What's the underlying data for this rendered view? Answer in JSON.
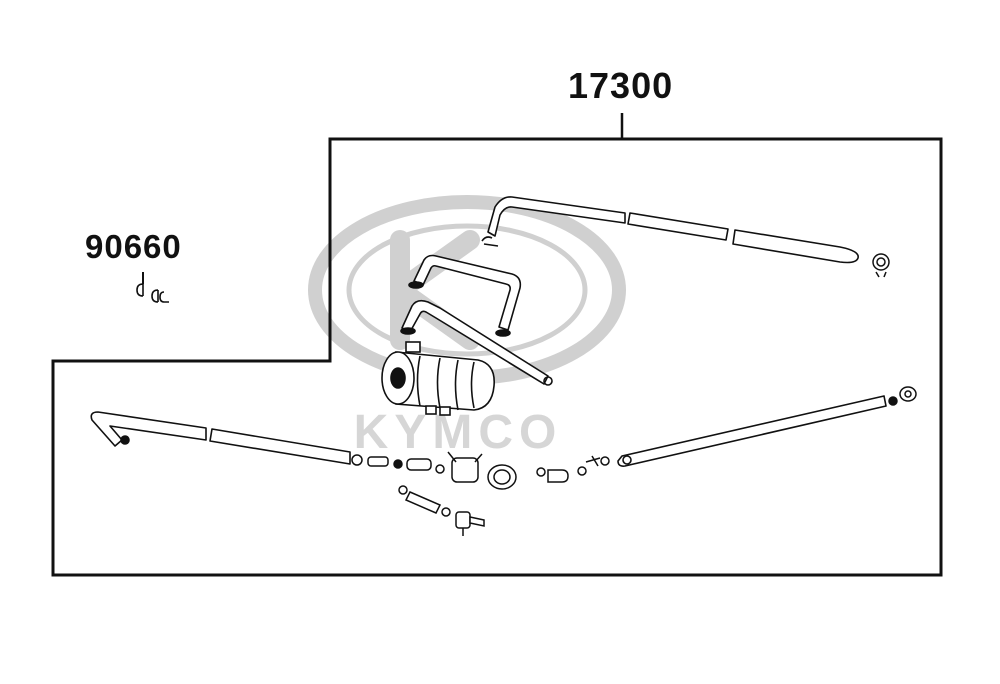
{
  "diagram": {
    "callouts": [
      {
        "id": "assembly",
        "part_number": "17300"
      },
      {
        "id": "clip",
        "part_number": "90660"
      }
    ],
    "watermark": {
      "text": "KYMCO"
    },
    "colors": {
      "line": "#111111",
      "frame": "#111111",
      "watermark": "#cfcfcf",
      "background": "#ffffff"
    }
  }
}
